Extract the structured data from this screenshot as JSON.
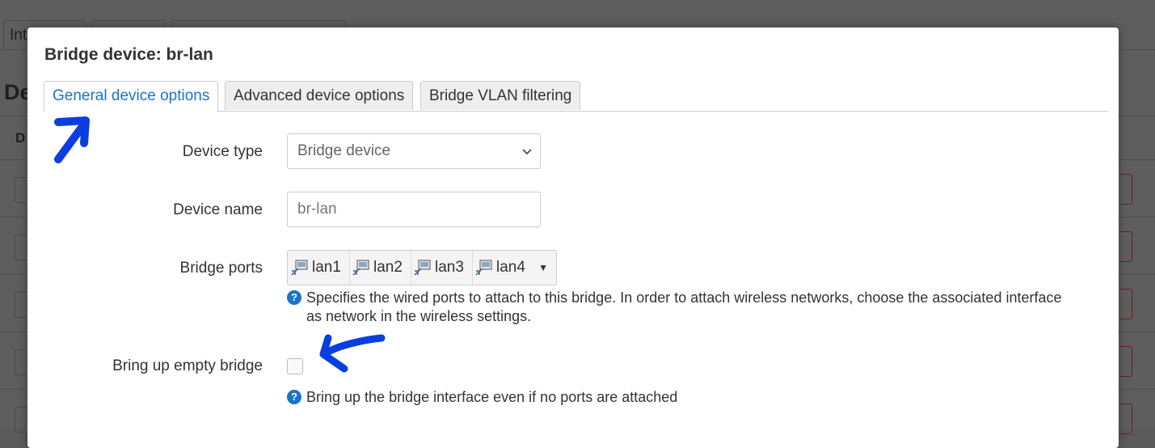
{
  "background": {
    "tab_text": "Int",
    "heading": "De",
    "column": "D"
  },
  "modal": {
    "title": "Bridge device: br-lan",
    "tabs": [
      {
        "label": "General device options",
        "active": true
      },
      {
        "label": "Advanced device options",
        "active": false
      },
      {
        "label": "Bridge VLAN filtering",
        "active": false
      }
    ],
    "fields": {
      "device_type": {
        "label": "Device type",
        "value": "Bridge device"
      },
      "device_name": {
        "label": "Device name",
        "value": "br-lan"
      },
      "bridge_ports": {
        "label": "Bridge ports",
        "ports": [
          "lan1",
          "lan2",
          "lan3",
          "lan4"
        ],
        "help": "Specifies the wired ports to attach to this bridge. In order to attach wireless networks, choose the associated interface as network in the wireless settings."
      },
      "empty_bridge": {
        "label": "Bring up empty bridge",
        "checked": false,
        "help": "Bring up the bridge interface even if no ports are attached"
      }
    }
  },
  "colors": {
    "accent": "#1a73c8",
    "annotation": "#0a3ee0",
    "overlay": "#5e5e5e"
  },
  "icons": {
    "help": "question-circle-icon",
    "port": "ethernet-port-icon",
    "dropdown": "chevron-down-icon"
  }
}
